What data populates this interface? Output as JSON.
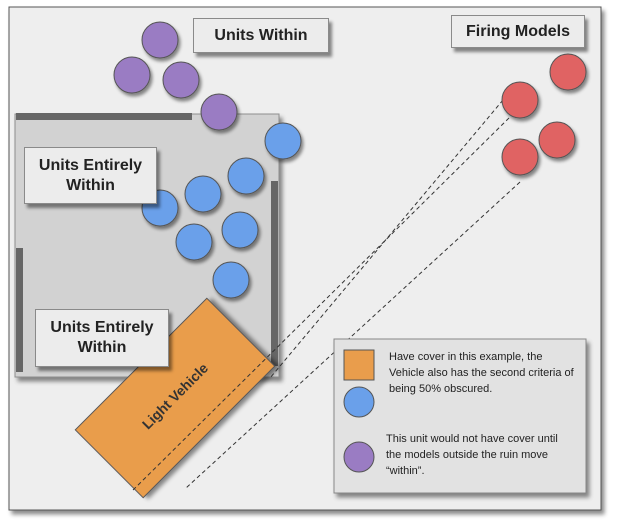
{
  "labels": {
    "units_within": "Units Within",
    "firing_models": "Firing Models",
    "units_entirely_within_top": "Units Entirely Within",
    "units_entirely_within_bottom": "Units Entirely Within",
    "light_vehicle": "Light Vehicle"
  },
  "legend": {
    "orange_text": "Have cover in this example, the Vehicle also has the second criteria of being 50% obscured.",
    "purple_text": "This unit would not have cover until the models outside the ruin move “within”."
  },
  "colors": {
    "red_model": "#e06464",
    "blue_model": "#6aa0ea",
    "purple_model": "#9a7cc3",
    "vehicle": "#e99d4c",
    "ruin_floor": "#d2d2d2",
    "wall": "#666666"
  }
}
